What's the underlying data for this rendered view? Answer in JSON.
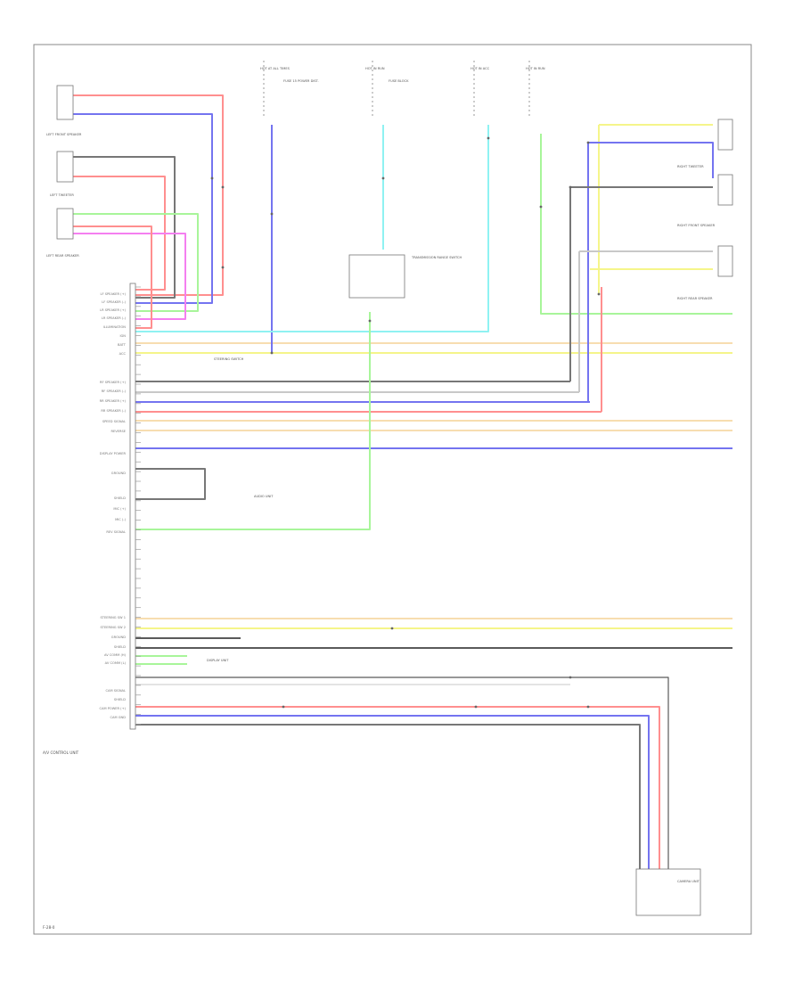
{
  "diagram": {
    "unit_label": "A/V CONTROL UNIT",
    "footer_code": "F-28-0",
    "colors": {
      "red": "#ff8f8f",
      "blue": "#7474f0",
      "gray": "#777777",
      "pink": "#f47ff0",
      "green": "#a8f59a",
      "yellow": "#f5f58a",
      "cyan": "#8ff2f2",
      "orange": "#f7ddb0",
      "light": "#c8c8c8",
      "dark": "#5a5a5a",
      "lime": "#c9f27a"
    },
    "top_blocks": [
      "HOT AT ALL TIMES",
      "FUSE 15 POWER DIST.",
      "HOT IN RUN",
      "FUSE BLOCK",
      "HOT IN ACC",
      "HOT IN RUN"
    ],
    "left_components": [
      "LEFT FRONT SPEAKER",
      "LEFT TWEETER",
      "LEFT REAR SPEAKER"
    ],
    "right_components": [
      "RIGHT TWEETER",
      "RIGHT FRONT SPEAKER",
      "RIGHT REAR SPEAKER"
    ],
    "middle_labels": [
      "TRANSMISSION RANGE SWITCH",
      "STEERING SWITCH",
      "AUDIO UNIT",
      "DISPLAY UNIT"
    ],
    "bottom_component": "CAMERA UNIT",
    "pin_labels": [
      "LF SPEAKER (+)",
      "LF SPEAKER (-)",
      "LR SPEAKER (+)",
      "LR SPEAKER (-)",
      "ILLUMINATION",
      "IGN",
      "BATT",
      "ACC",
      "RF SPEAKER (+)",
      "RF SPEAKER (-)",
      "RR SPEAKER (+)",
      "RR SPEAKER (-)",
      "SPEED SIGNAL",
      "REVERSE",
      "DISPLAY POWER",
      "GROUND",
      "SHIELD",
      "MIC (+)",
      "MIC (-)",
      "REV SIGNAL",
      "STEERING SW 1",
      "STEERING SW 2",
      "GROUND",
      "SHIELD",
      "AV COMM (H)",
      "AV COMM (L)",
      "CAM SIGNAL",
      "SHIELD",
      "CAM POWER (+)",
      "CAM GND"
    ]
  }
}
